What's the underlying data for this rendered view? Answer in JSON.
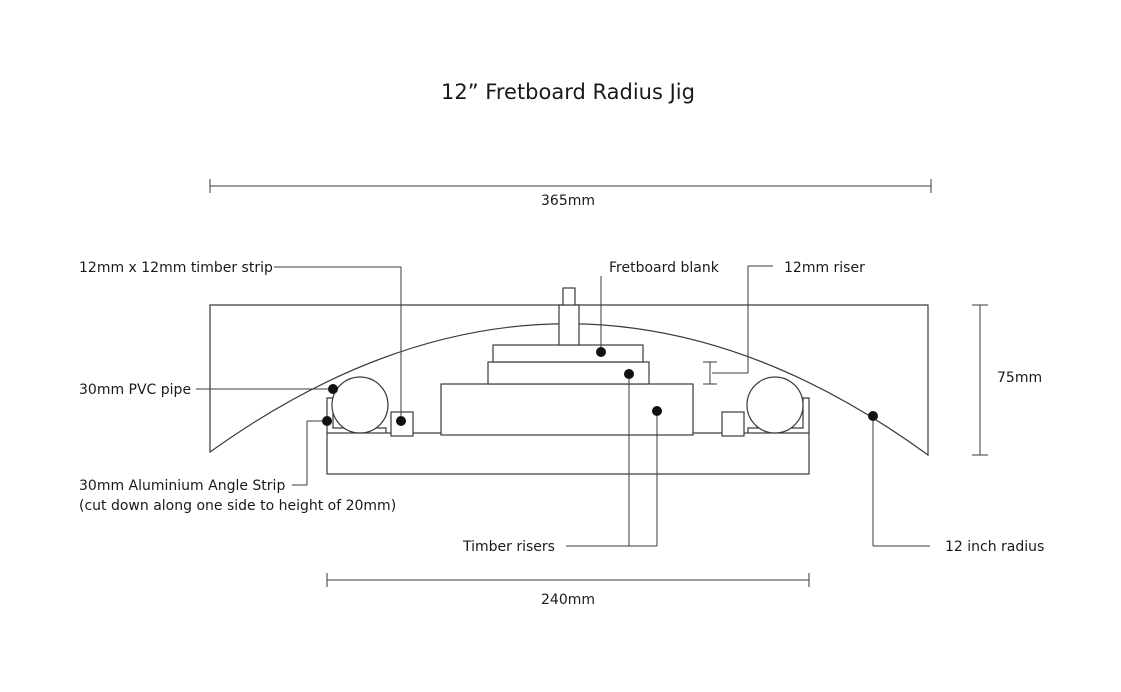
{
  "title": "12” Fretboard Radius Jig",
  "dimensions": {
    "top_width": "365mm",
    "bottom_width": "240mm",
    "height": "75mm"
  },
  "labels": {
    "timber_strip": "12mm x 12mm timber strip",
    "fretboard_blank": "Fretboard blank",
    "riser": "12mm riser",
    "pvc_pipe": "30mm PVC pipe",
    "angle_strip_line1": "30mm Aluminium Angle Strip",
    "angle_strip_line2": "(cut down along one side to height of 20mm)",
    "timber_risers": "Timber risers",
    "radius": "12 inch radius"
  }
}
